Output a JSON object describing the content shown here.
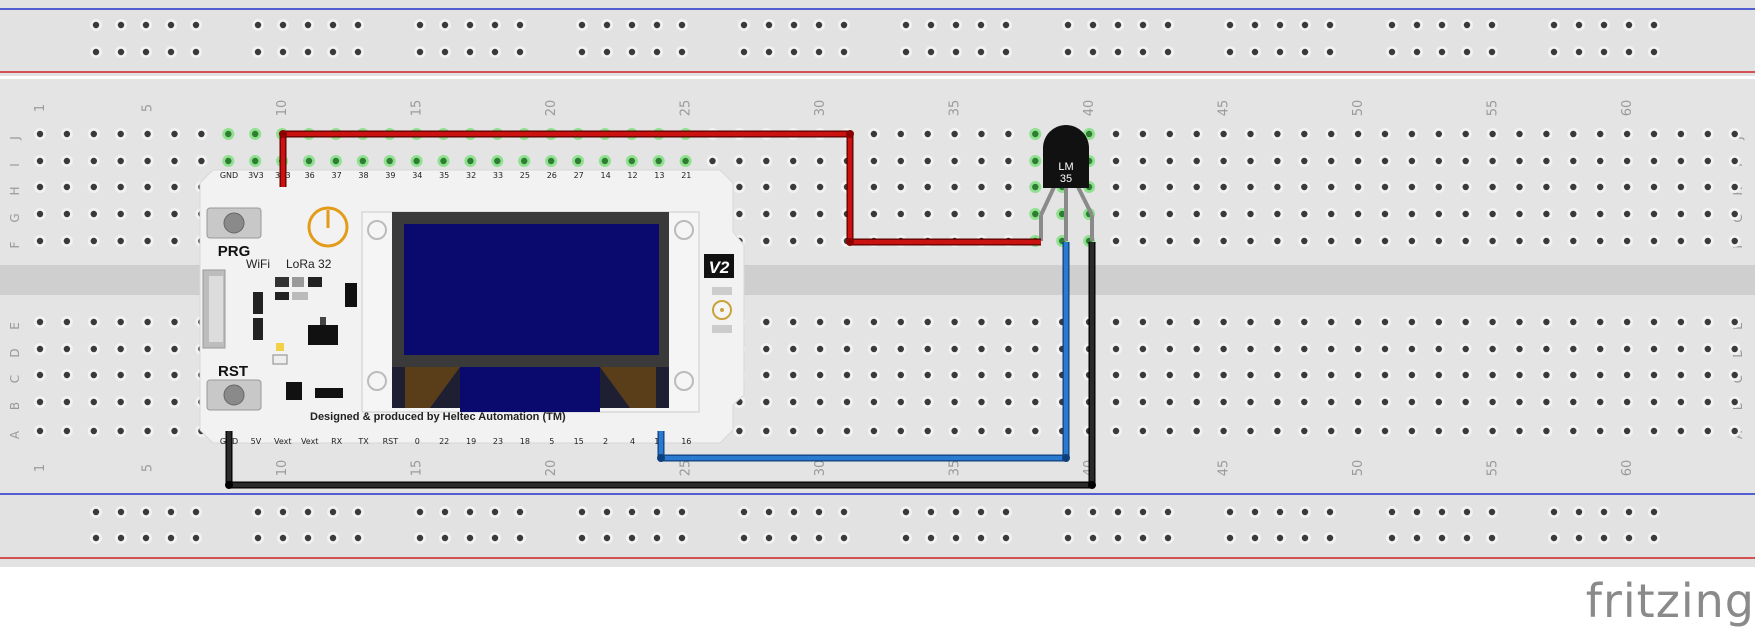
{
  "breadboard": {
    "column_labels": [
      "1",
      "5",
      "10",
      "15",
      "20",
      "25",
      "30",
      "35",
      "40",
      "45",
      "50",
      "55",
      "60"
    ],
    "row_labels_top": [
      "J",
      "I",
      "H",
      "G",
      "F"
    ],
    "row_labels_bottom": [
      "E",
      "D",
      "C",
      "B",
      "A"
    ]
  },
  "board": {
    "name_wifi": "WiFi",
    "name_lora": "LoRa 32",
    "button_prg": "PRG",
    "button_rst": "RST",
    "version_badge": "V2",
    "credit": "Designed & produced by Heltec Automation (TM)",
    "top_pins": [
      "GND",
      "3V3",
      "3V3",
      "36",
      "37",
      "38",
      "39",
      "34",
      "35",
      "32",
      "33",
      "25",
      "26",
      "27",
      "14",
      "12",
      "13",
      "21"
    ],
    "bottom_pins": [
      "GND",
      "5V",
      "Vext",
      "Vext",
      "RX",
      "TX",
      "RST",
      "0",
      "22",
      "19",
      "23",
      "18",
      "5",
      "15",
      "2",
      "4",
      "17",
      "16"
    ],
    "colors": {
      "pcb": "#f2f2f2",
      "oled_frame": "#3a3a3a",
      "oled_screen": "#0a0a6e"
    }
  },
  "sensor": {
    "label_line1": "LM",
    "label_line2": "35"
  },
  "wires": {
    "colors": {
      "power": "#cc1111",
      "signal": "#2a7ad0",
      "ground": "#1a1a1a"
    }
  },
  "brand": {
    "text": "fritzing",
    "color": "#8a8a8a"
  }
}
